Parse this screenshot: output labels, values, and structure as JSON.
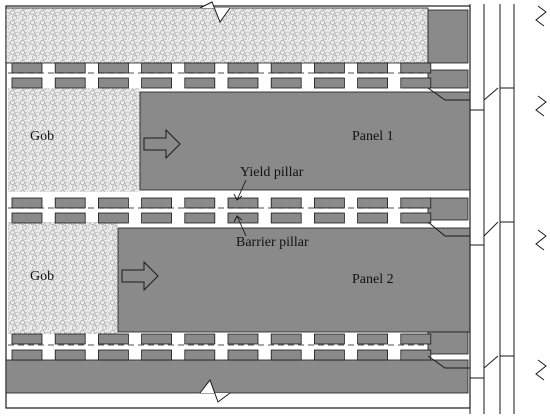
{
  "labels": {
    "gob_upper": "Gob",
    "gob_lower": "Gob",
    "panel_1": "Panel 1",
    "panel_2": "Panel 2",
    "yield_pillar": "Yield pillar",
    "barrier_pillar": "Barrier pillar"
  },
  "colors": {
    "panel_fill": "#8a8a8a",
    "pillar_fill": "#8a8a8a",
    "gob_fill": "#e9e9e9",
    "outline": "#1a1a1a",
    "background": "#ffffff"
  },
  "structure": {
    "pillars_per_row": 10,
    "entry_rows": 3,
    "panels": 2,
    "gob_areas": 2
  }
}
